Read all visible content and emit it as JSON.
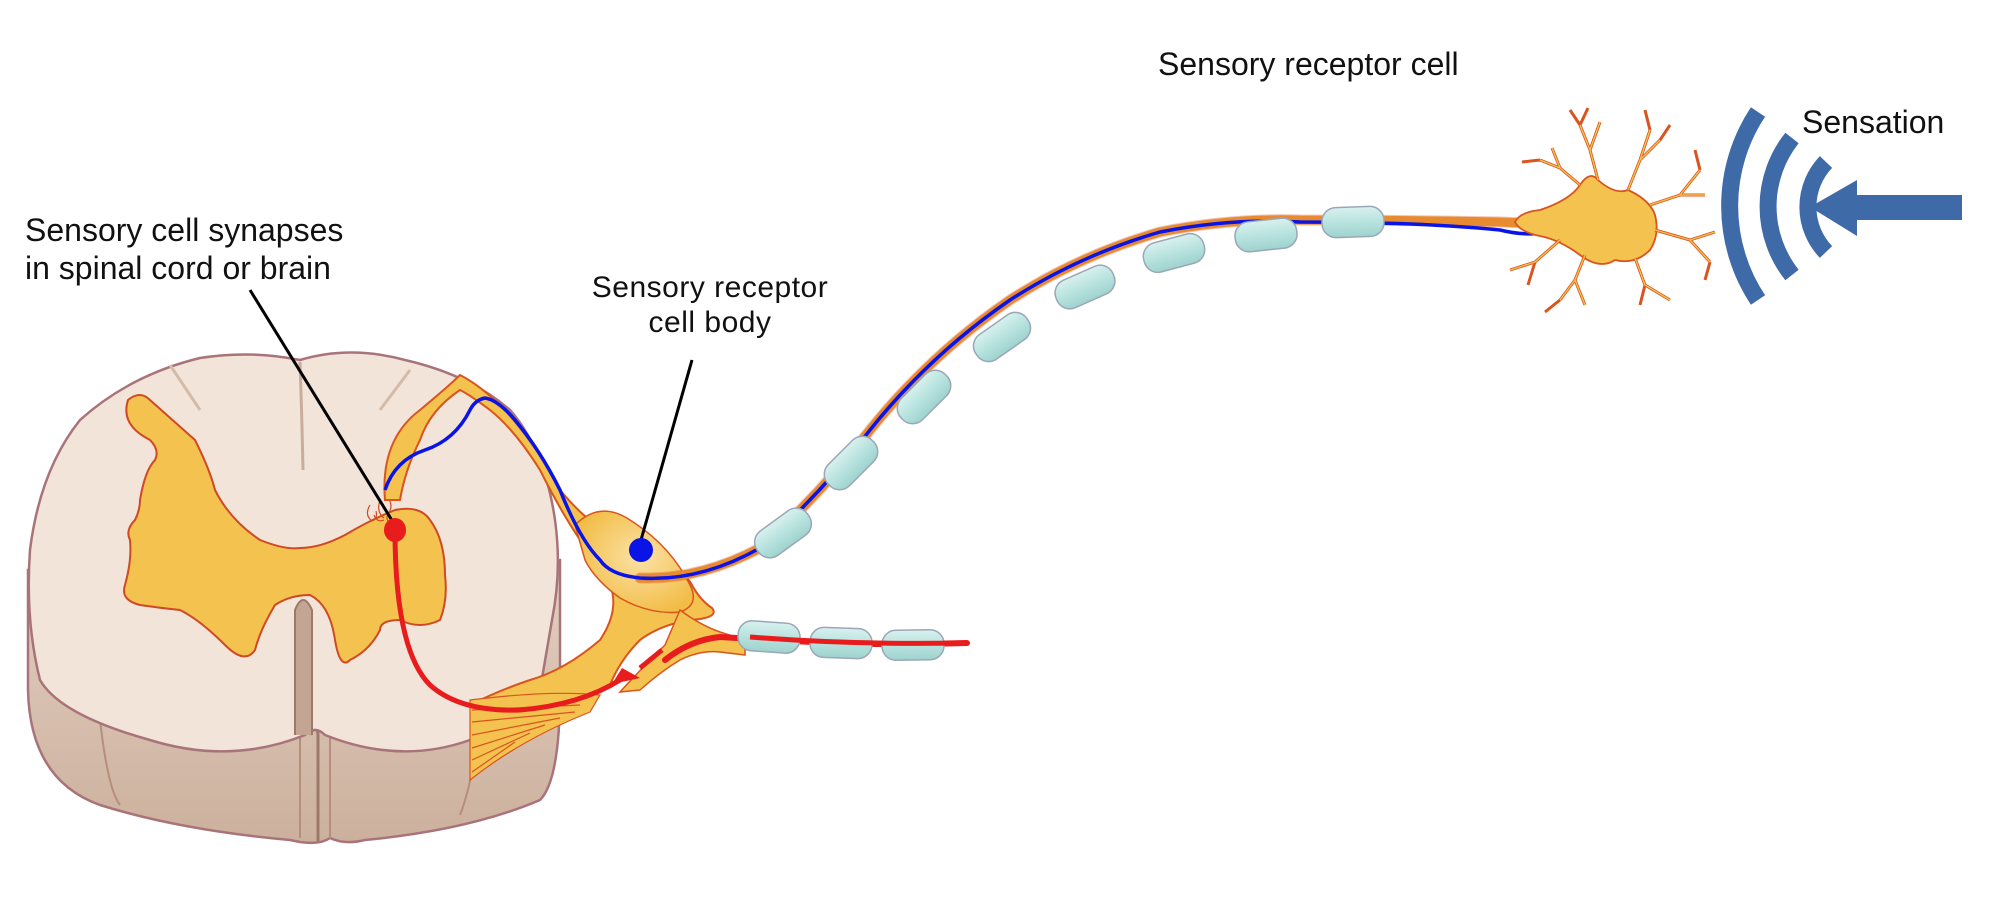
{
  "title": "Sensory neuron pathway from receptor to spinal cord",
  "labels": {
    "synapse": [
      "Sensory cell synapses",
      "in spinal cord or brain"
    ],
    "cell_body": [
      "Sensory receptor",
      "cell body"
    ],
    "receptor_cell": "Sensory receptor cell",
    "sensation": "Sensation"
  },
  "colors": {
    "spinal_white_matter": "#f2e3d8",
    "spinal_lower": "#d8bfae",
    "spinal_outline": "#a8747a",
    "gray_matter": "#f4c24f",
    "gray_matter_outline": "#cf4a24",
    "nerve_fill": "#f4c24f",
    "nerve_outline": "#d9541e",
    "sensory_signal": "#0a14e6",
    "motor_signal": "#e81c1c",
    "myelin": "#bfe6e3",
    "myelin_outline": "#9aa7b8",
    "stimulus": "#3f6aa8",
    "pointer_line": "#000000"
  },
  "elements": {
    "synapse_dot": "red circle marking synapse in dorsal horn",
    "cell_body_dot": "blue circle marking cell body in dorsal root ganglion",
    "stimulus": "arrow with three arcs pointing at receptor dendrites"
  }
}
